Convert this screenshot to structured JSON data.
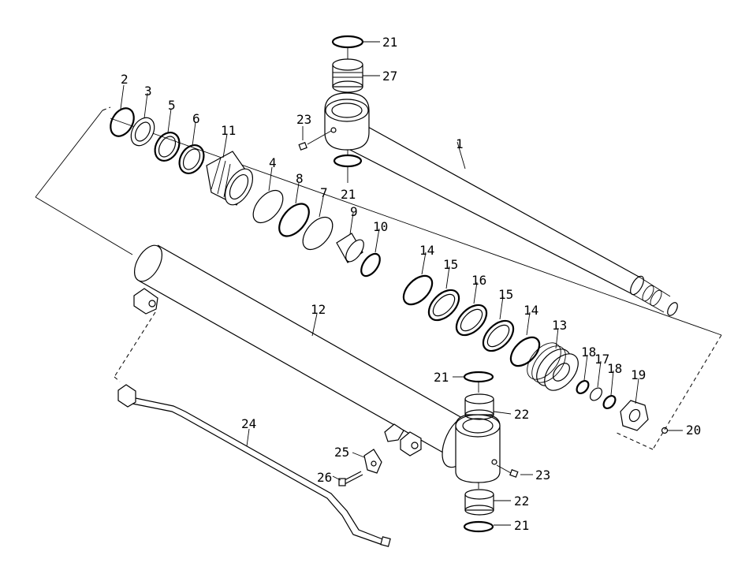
{
  "part_labels": {
    "p1": "1",
    "p2": "2",
    "p3": "3",
    "p4": "4",
    "p5": "5",
    "p6": "6",
    "p7": "7",
    "p8": "8",
    "p9": "9",
    "p10": "10",
    "p11": "11",
    "p12": "12",
    "p13": "13",
    "p14a": "14",
    "p14b": "14",
    "p15a": "15",
    "p15b": "15",
    "p16": "16",
    "p17": "17",
    "p18a": "18",
    "p18b": "18",
    "p19": "19",
    "p20": "20",
    "p21a": "21",
    "p21b": "21",
    "p21c": "21",
    "p21d": "21",
    "p22a": "22",
    "p22b": "22",
    "p23a": "23",
    "p23b": "23",
    "p24": "24",
    "p25": "25",
    "p26": "26",
    "p27": "27"
  }
}
